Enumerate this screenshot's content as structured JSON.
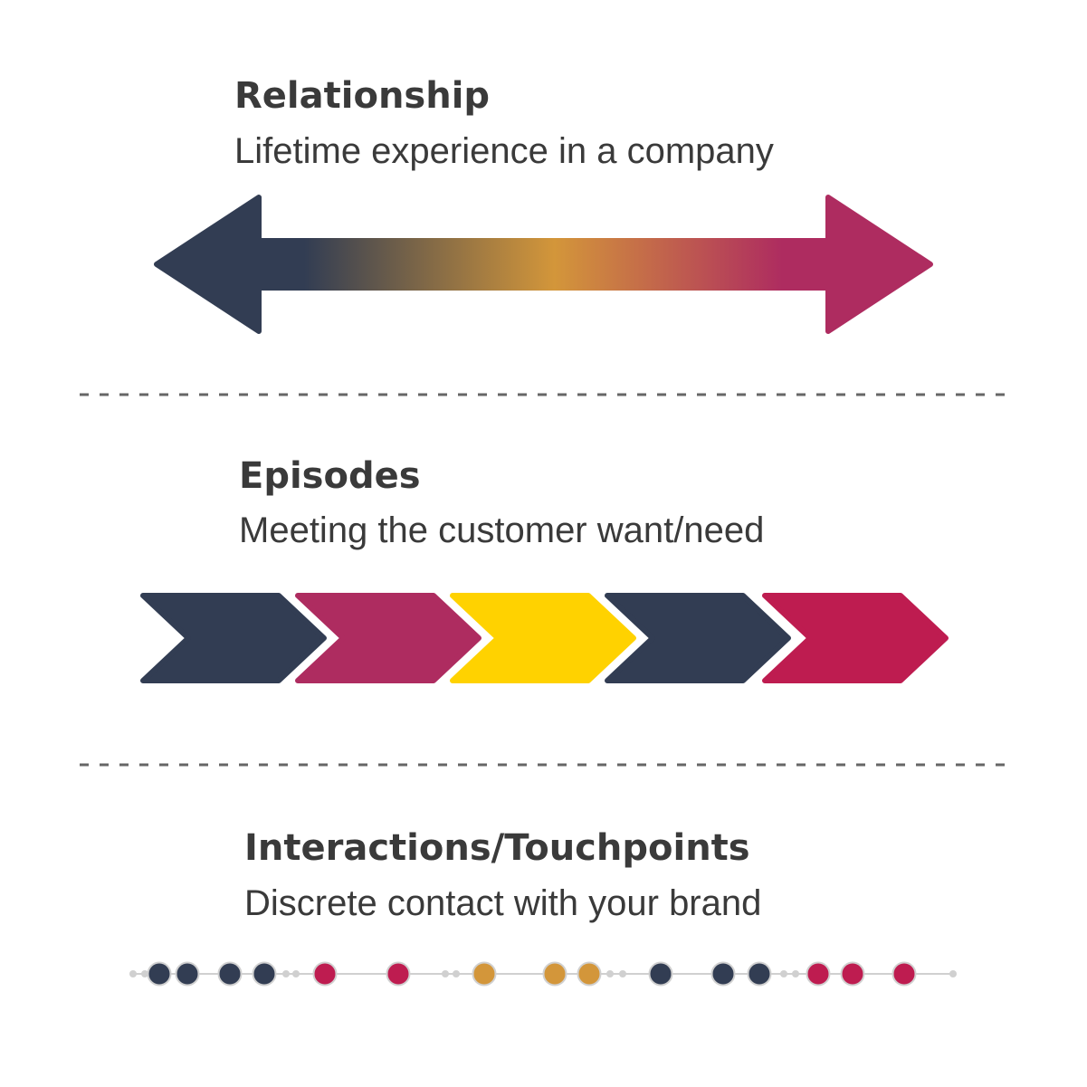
{
  "relationship": {
    "title": "Relationship",
    "subtitle": "Lifetime experience in a company",
    "gradient_colors": [
      "#323d53",
      "#d3963a",
      "#ae2c60"
    ]
  },
  "episodes": {
    "title": "Episodes",
    "subtitle": "Meeting the customer want/need",
    "chevrons": [
      {
        "color": "#323d53"
      },
      {
        "color": "#ae2c60"
      },
      {
        "color": "#ffd200"
      },
      {
        "color": "#323d53"
      },
      {
        "color": "#be1c50"
      }
    ]
  },
  "interactions": {
    "title": "Interactions/Touchpoints",
    "subtitle": "Discrete contact with your brand",
    "groups": [
      {
        "color": "#323d53",
        "count": 4
      },
      {
        "color": "#be1c50",
        "count": 2
      },
      {
        "color": "#d3963a",
        "count": 3
      },
      {
        "color": "#323d53",
        "count": 3
      },
      {
        "color": "#be1c50",
        "count": 3
      }
    ]
  },
  "divider_color": "#666666",
  "line_color": "#d0d0d0"
}
